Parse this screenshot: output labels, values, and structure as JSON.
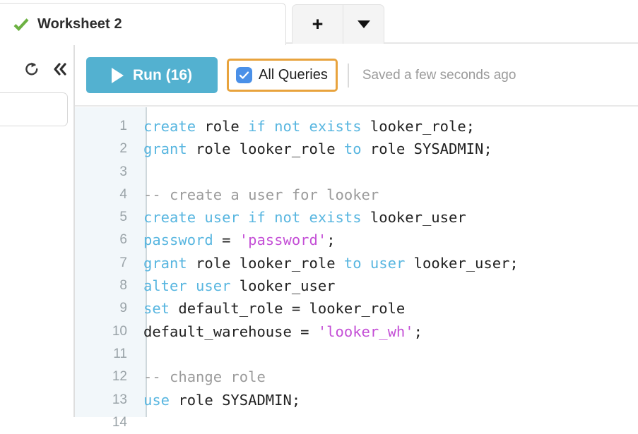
{
  "tabbar": {
    "active_tab": {
      "title": "Worksheet 2",
      "status_icon": "green-check-icon"
    },
    "add_tab_label": "+",
    "menu_caret_label": "▼"
  },
  "left_rail": {
    "refresh_icon": "refresh-icon",
    "collapse_icon": "double-chevron-left-icon",
    "search_box_value": ""
  },
  "toolbar": {
    "run_label": "Run (16)",
    "run_icon": "play-triangle-icon",
    "run_color": "#53b1d0",
    "all_queries_label": "All Queries",
    "all_queries_checked": true,
    "all_queries_highlight_color": "#e8a33d",
    "checkbox_color": "#4a90e8",
    "saved_status": "Saved a few seconds ago"
  },
  "editor": {
    "language": "sql",
    "gutter_background": "#f2f7fa",
    "colors": {
      "keyword": "#58b6e0",
      "string": "#c44fd6",
      "comment": "#9b9b9b",
      "plain": "#222222"
    },
    "lines": [
      {
        "n": "1",
        "tokens": [
          {
            "t": "create",
            "c": "kw"
          },
          {
            "t": " role ",
            "c": "pln"
          },
          {
            "t": "if not exists",
            "c": "kw"
          },
          {
            "t": " looker_role;",
            "c": "pln"
          }
        ]
      },
      {
        "n": "2",
        "tokens": [
          {
            "t": "grant",
            "c": "kw"
          },
          {
            "t": " role looker_role ",
            "c": "pln"
          },
          {
            "t": "to",
            "c": "kw"
          },
          {
            "t": " role SYSADMIN;",
            "c": "pln"
          }
        ]
      },
      {
        "n": "3",
        "tokens": []
      },
      {
        "n": "4",
        "tokens": [
          {
            "t": "-- create a user for looker",
            "c": "cmt"
          }
        ]
      },
      {
        "n": "5",
        "tokens": [
          {
            "t": "create user if not exists",
            "c": "kw"
          },
          {
            "t": " looker_user",
            "c": "pln"
          }
        ]
      },
      {
        "n": "6",
        "tokens": [
          {
            "t": "password",
            "c": "kw"
          },
          {
            "t": " = ",
            "c": "pln"
          },
          {
            "t": "'password'",
            "c": "str"
          },
          {
            "t": ";",
            "c": "pln"
          }
        ]
      },
      {
        "n": "7",
        "tokens": [
          {
            "t": "grant",
            "c": "kw"
          },
          {
            "t": " role looker_role ",
            "c": "pln"
          },
          {
            "t": "to user",
            "c": "kw"
          },
          {
            "t": " looker_user;",
            "c": "pln"
          }
        ]
      },
      {
        "n": "8",
        "tokens": [
          {
            "t": "alter user",
            "c": "kw"
          },
          {
            "t": " looker_user",
            "c": "pln"
          }
        ]
      },
      {
        "n": "9",
        "tokens": [
          {
            "t": "set",
            "c": "kw"
          },
          {
            "t": " default_role = looker_role",
            "c": "pln"
          }
        ]
      },
      {
        "n": "10",
        "tokens": [
          {
            "t": "default_warehouse = ",
            "c": "pln"
          },
          {
            "t": "'looker_wh'",
            "c": "str"
          },
          {
            "t": ";",
            "c": "pln"
          }
        ]
      },
      {
        "n": "11",
        "tokens": []
      },
      {
        "n": "12",
        "tokens": [
          {
            "t": "-- change role",
            "c": "cmt"
          }
        ]
      },
      {
        "n": "13",
        "tokens": [
          {
            "t": "use",
            "c": "kw"
          },
          {
            "t": " role SYSADMIN;",
            "c": "pln"
          }
        ]
      },
      {
        "n": "14",
        "tokens": []
      }
    ]
  }
}
